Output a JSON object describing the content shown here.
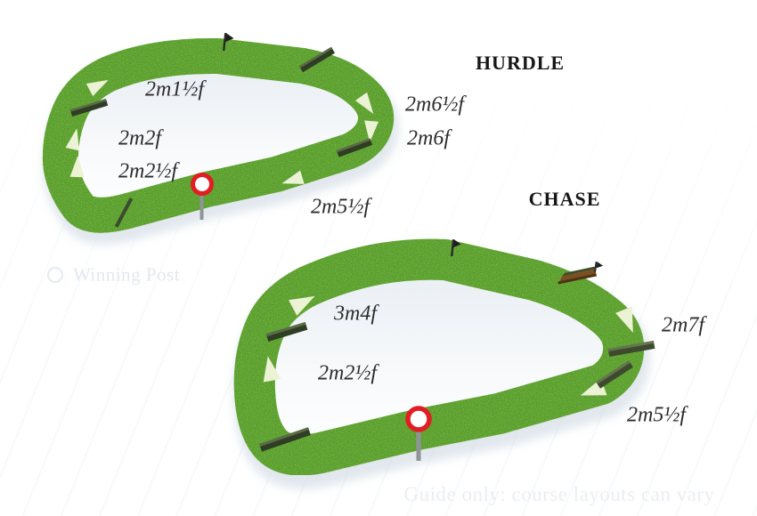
{
  "diagram": {
    "type": "racecourse-map",
    "footnote": "Guide only: course layouts can vary",
    "legend": {
      "winning_post": "Winning Post"
    }
  },
  "colors": {
    "track_green": "#7cc143",
    "grass_speckle": "#55972f",
    "marker_dark": "#2f3d24",
    "arrow_cream": "#ecf2d4",
    "winning_post_red": "#e21d23",
    "fence_brown": "#7d4e22",
    "shadow_grey": "#cdd8e2"
  },
  "courses": [
    {
      "name": "HURDLE",
      "distances": [
        "2m1½f",
        "2m2f",
        "2m2½f",
        "2m5½f",
        "2m6f",
        "2m6½f"
      ]
    },
    {
      "name": "CHASE",
      "distances": [
        "3m4f",
        "2m2½f",
        "2m5½f",
        "2m7f"
      ]
    }
  ]
}
